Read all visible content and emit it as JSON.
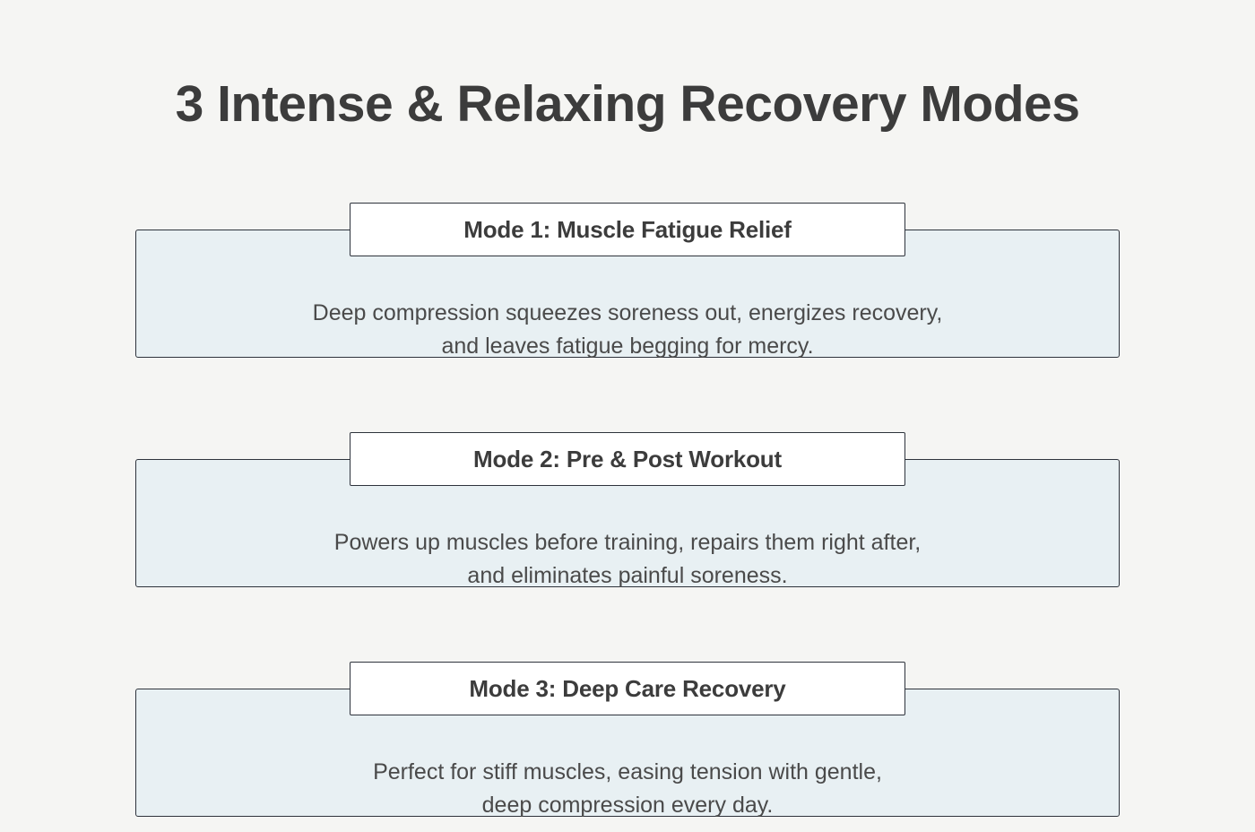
{
  "page": {
    "background_color": "#f5f5f3",
    "title": "3 Intense & Relaxing Recovery Modes"
  },
  "theme": {
    "panel_fill": "#e8f0f3",
    "panel_border": "#2e333c",
    "header_fill": "#ffffff",
    "title_color": "#3c3c3c",
    "body_text_color": "#4a4a4a"
  },
  "cards": [
    {
      "header": "Mode 1: Muscle Fatigue Relief",
      "body_line_1": "Deep compression squeezes soreness out, energizes recovery,",
      "body_line_2": "and leaves fatigue begging for mercy."
    },
    {
      "header": "Mode 2: Pre & Post Workout",
      "body_line_1": "Powers up muscles before training, repairs them right after,",
      "body_line_2": "and eliminates painful soreness."
    },
    {
      "header": "Mode 3: Deep Care Recovery",
      "body_line_1": "Perfect for stiff muscles, easing tension with gentle,",
      "body_line_2": "deep compression every day."
    }
  ]
}
